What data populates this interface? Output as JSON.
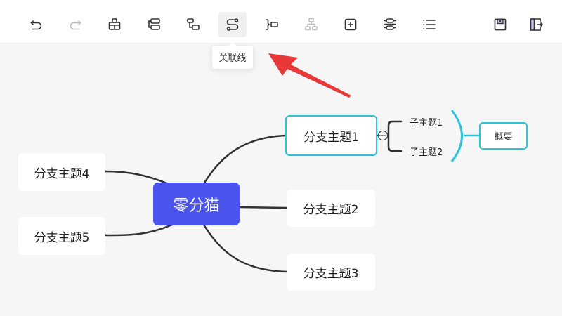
{
  "toolbar": {
    "items": [
      {
        "id": "undo",
        "icon": "undo-icon",
        "label": "撤销",
        "enabled": true
      },
      {
        "id": "redo",
        "icon": "redo-icon",
        "label": "重做",
        "enabled": false
      },
      {
        "id": "parent-topic",
        "icon": "parent-topic-icon",
        "label": "父主题",
        "enabled": true
      },
      {
        "id": "sibling-topic",
        "icon": "sibling-topic-icon",
        "label": "同级主题",
        "enabled": true
      },
      {
        "id": "child-topic",
        "icon": "child-topic-icon",
        "label": "子主题",
        "enabled": true
      },
      {
        "id": "relation-line",
        "icon": "relation-line-icon",
        "label": "关联线",
        "enabled": true,
        "active": true
      },
      {
        "id": "summary",
        "icon": "summary-icon",
        "label": "概要",
        "enabled": true
      },
      {
        "id": "structure",
        "icon": "structure-icon",
        "label": "结构",
        "enabled": false
      },
      {
        "id": "insert",
        "icon": "insert-icon",
        "label": "插入",
        "enabled": true
      },
      {
        "id": "align",
        "icon": "align-icon",
        "label": "对齐",
        "enabled": true
      },
      {
        "id": "outline",
        "icon": "outline-icon",
        "label": "大纲",
        "enabled": true
      },
      {
        "id": "save",
        "icon": "save-icon",
        "label": "保存",
        "enabled": true
      },
      {
        "id": "exit",
        "icon": "exit-icon",
        "label": "退出",
        "enabled": true
      }
    ],
    "tooltip": "关联线"
  },
  "mindmap": {
    "root": "零分猫",
    "branches": [
      {
        "label": "分支主题1",
        "selected": true,
        "children": [
          "子主题1",
          "子主题2"
        ],
        "summary": "概要"
      },
      {
        "label": "分支主题2"
      },
      {
        "label": "分支主题3"
      },
      {
        "label": "分支主题4"
      },
      {
        "label": "分支主题5"
      }
    ]
  },
  "colors": {
    "root_bg": "#4b55ee",
    "selection": "#2ac5db",
    "arrow": "#e8383a",
    "line": "#333333",
    "canvas_bg": "#f6f6f7"
  }
}
